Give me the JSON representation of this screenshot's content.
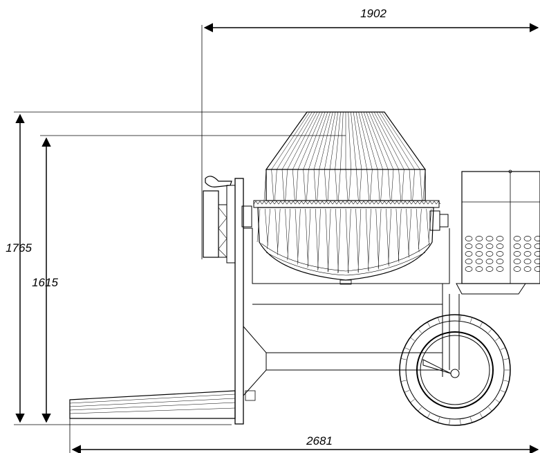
{
  "dimensions": {
    "width_top": "1902",
    "height_total": "1765",
    "height_drum": "1615",
    "length_total": "2681"
  },
  "colors": {
    "line": "#000000",
    "background": "#ffffff"
  }
}
